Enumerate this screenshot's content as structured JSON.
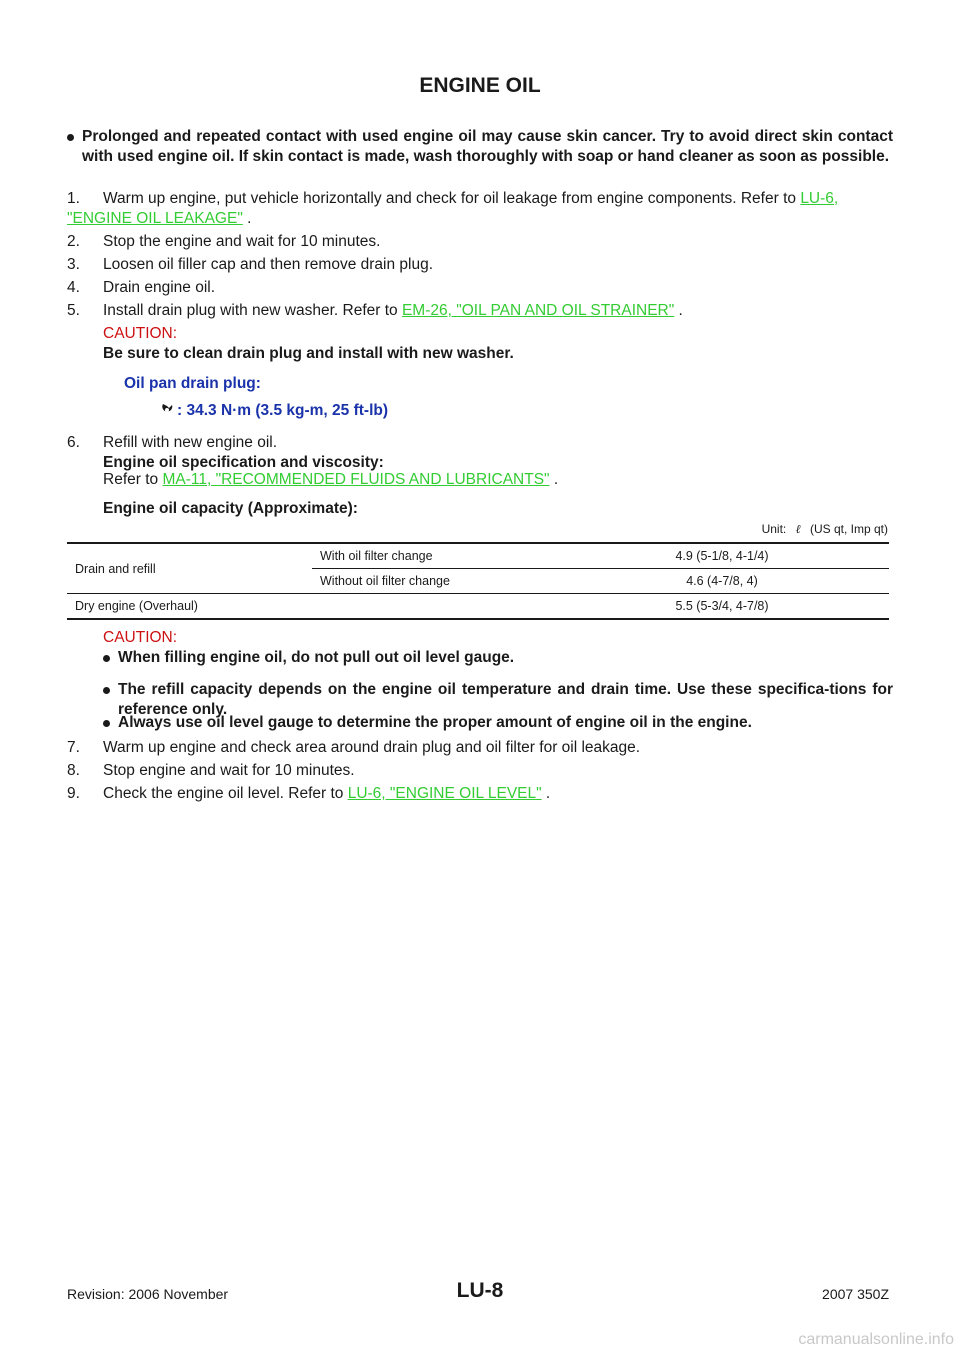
{
  "header": {
    "title": "ENGINE OIL"
  },
  "warning": "Prolonged and repeated contact with used engine oil may cause skin cancer. Try to avoid direct skin contact with used engine oil. If skin contact is made, wash thoroughly with soap or hand cleaner as soon as possible.",
  "steps": {
    "s1": {
      "num": "1.",
      "text": "Warm up engine, put vehicle horizontally and check for oil leakage from engine components. Refer to ",
      "link": "LU-6, \"ENGINE OIL LEAKAGE\"",
      "after": " ."
    },
    "s2": {
      "num": "2.",
      "text": "Stop the engine and wait for 10 minutes."
    },
    "s3": {
      "num": "3.",
      "text": "Loosen oil filler cap and then remove drain plug."
    },
    "s4": {
      "num": "4.",
      "text": "Drain engine oil."
    },
    "s5": {
      "num": "5.",
      "text": "Install drain plug with new washer. Refer to ",
      "link": "EM-26, \"OIL PAN AND OIL STRAINER\"",
      "after": " ."
    },
    "s6": {
      "num": "6.",
      "text": "Refill with new engine oil."
    },
    "s7": {
      "num": "7.",
      "text": "Warm up engine and check area around drain plug and oil filter for oil leakage."
    },
    "s8": {
      "num": "8.",
      "text": "Stop engine and wait for 10 minutes."
    },
    "s9": {
      "num": "9.",
      "text": "Check the engine oil level. Refer to ",
      "link": "LU-6, \"ENGINE OIL LEVEL\"",
      "after": " ."
    }
  },
  "caution1": {
    "label": "CAUTION:",
    "text": "Be sure to clean drain plug and install with new washer."
  },
  "drain_plug": {
    "label": "Oil pan drain plug:",
    "torque": ": 34.3 N·m (3.5 kg-m, 25 ft-lb)"
  },
  "spec": {
    "heading": "Engine oil specification and viscosity:",
    "refer": "Refer to ",
    "link": "MA-11, \"RECOMMENDED FLUIDS AND LUBRICANTS\"",
    "after": " ."
  },
  "capacity": {
    "heading": "Engine oil capacity (Approximate):",
    "unit_prefix": "Unit:",
    "unit_symbol": "ℓ",
    "unit_suffix": "(US qt, Imp qt)",
    "rows": {
      "drain_label": "Drain and refill",
      "with_filter": "With oil filter change",
      "with_filter_value": "4.9 (5-1/8, 4-1/4)",
      "without_filter": "Without oil filter change",
      "without_filter_value": "4.6 (4-7/8, 4)",
      "dry_label": "Dry engine (Overhaul)",
      "dry_value": "5.5 (5-3/4, 4-7/8)"
    }
  },
  "caution2": {
    "label": "CAUTION:",
    "items": [
      "When filling engine oil, do not pull out oil level gauge.",
      "The refill capacity depends on the engine oil temperature and drain time. Use these specifica-tions for reference only.",
      "Always use oil level gauge to determine the proper amount of engine oil in the engine."
    ]
  },
  "footer": {
    "revision": "Revision: 2006 November",
    "page": "LU-8",
    "model": "2007 350Z"
  },
  "watermark": "carmanualsonline.info",
  "colors": {
    "link": "#33cc33",
    "caution": "#cc1111",
    "spec_blue": "#1a33aa"
  },
  "icons": {
    "torque": "torque-wrench-icon"
  }
}
